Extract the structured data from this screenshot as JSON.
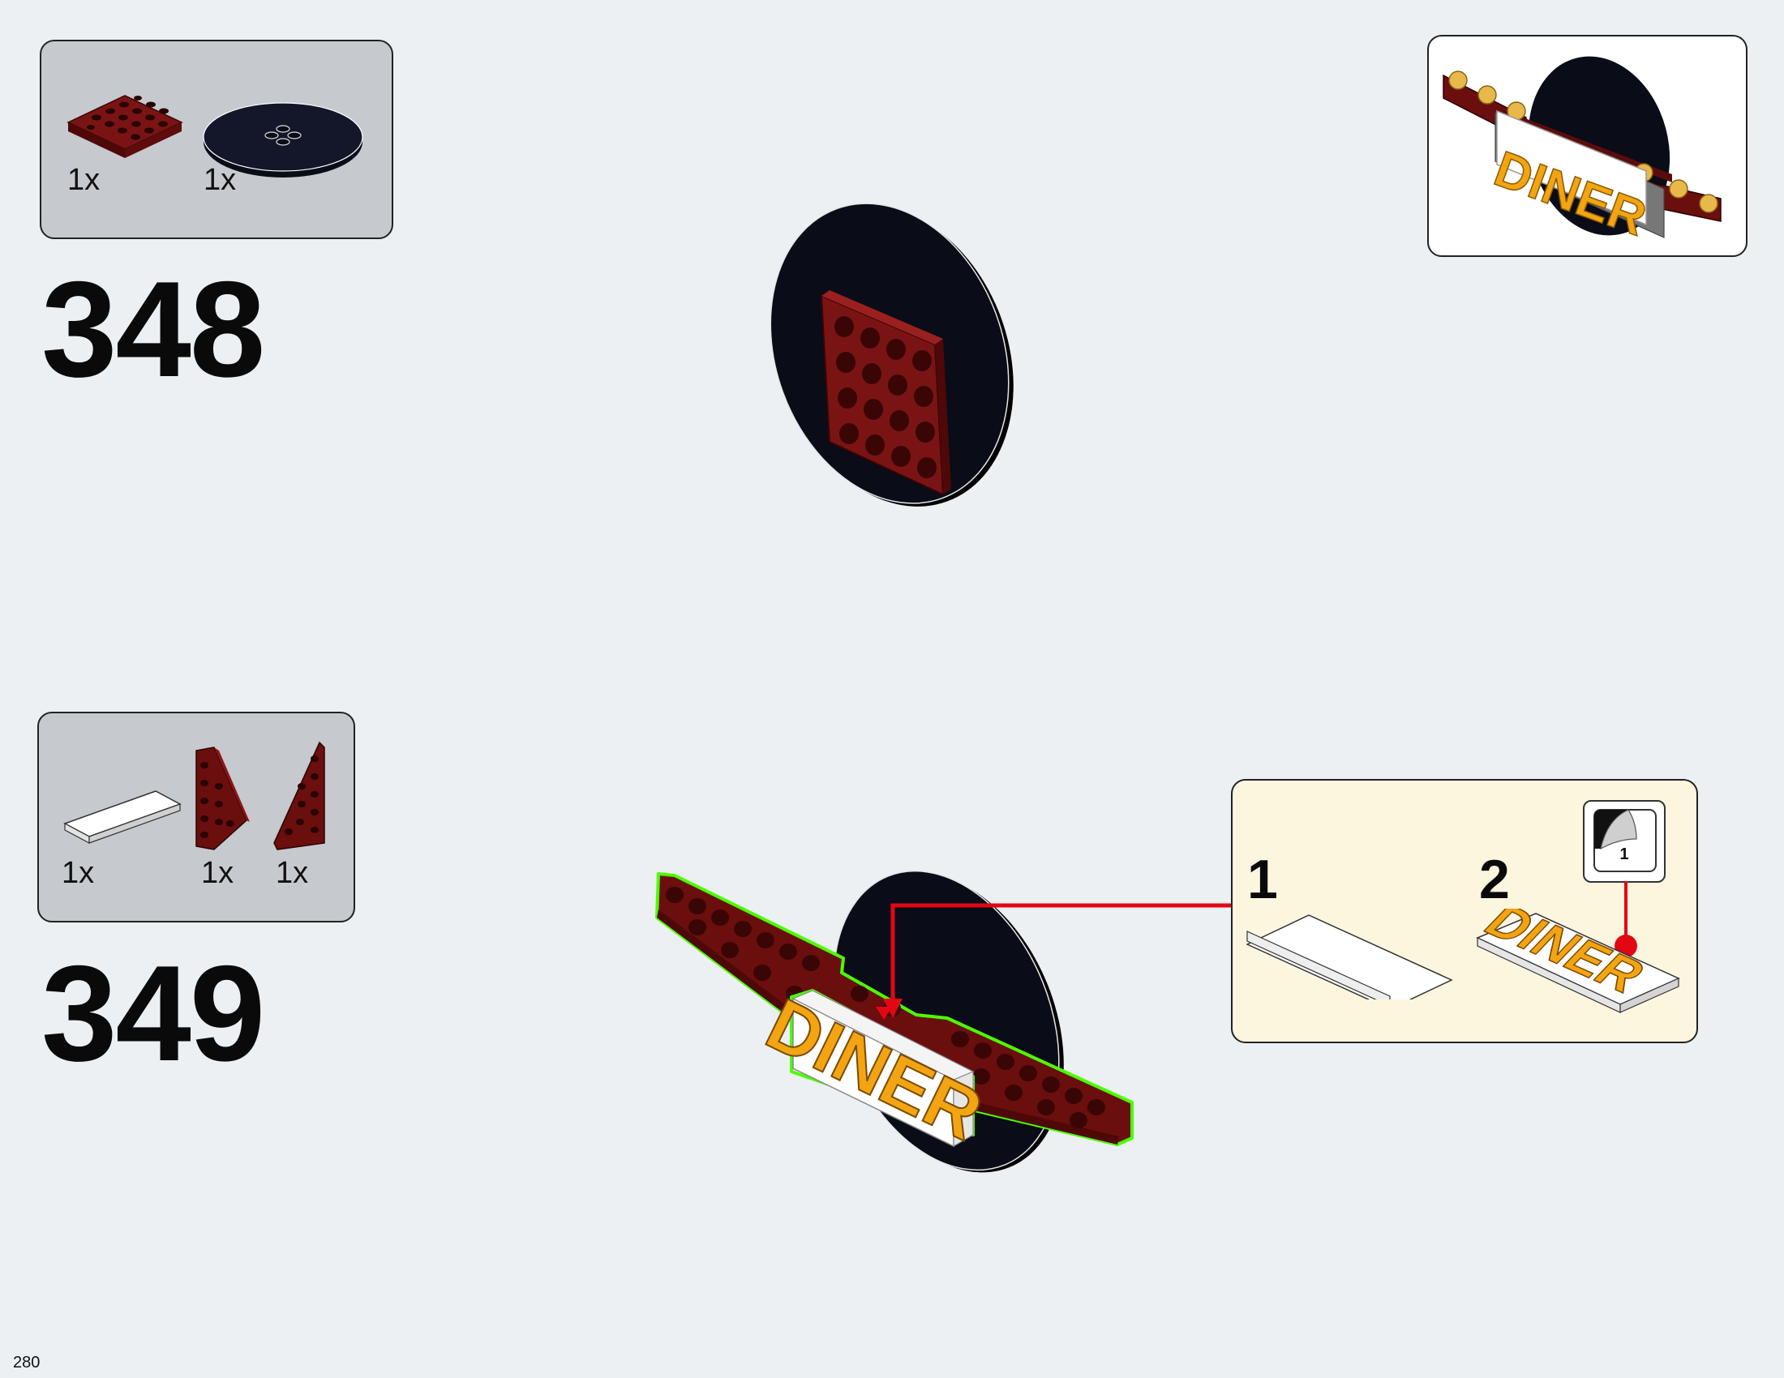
{
  "page": {
    "number": "280"
  },
  "steps": [
    {
      "number": "348",
      "parts": [
        {
          "qty": "1x",
          "part": "4x4 plate",
          "color": "#6B0E0E"
        },
        {
          "qty": "1x",
          "part": "round plate",
          "color": "#0A0C17"
        }
      ]
    },
    {
      "number": "349",
      "parts": [
        {
          "qty": "1x",
          "part": "white tile",
          "color": "#FFFFFF"
        },
        {
          "qty": "1x",
          "part": "wedge plate left",
          "color": "#6B0E0E"
        },
        {
          "qty": "1x",
          "part": "wedge plate right",
          "color": "#6B0E0E"
        }
      ],
      "callout": {
        "steps": [
          "1",
          "2"
        ],
        "sticker_number": "1",
        "sticker_text": "DINER"
      }
    }
  ],
  "sign": {
    "text": "DINER"
  },
  "colors": {
    "dark_red": "#6B0E0E",
    "black": "#0A0C17",
    "orange": "#F2A413",
    "highlight_green": "#4CFF00",
    "arrow_red": "#E30613"
  }
}
